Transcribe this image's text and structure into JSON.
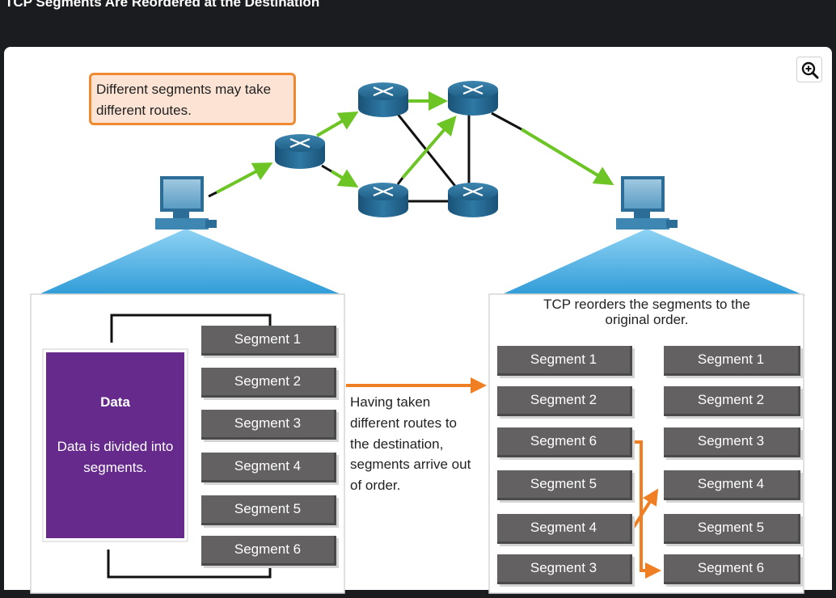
{
  "page": {
    "title": "TCP Segments Are Reordered at the Destination"
  },
  "toolbar": {
    "zoom_icon": "zoom-in-icon"
  },
  "diagram": {
    "callout": "Different segments may take different routes.",
    "data_box": {
      "title": "Data",
      "description": "Data is divided into segments."
    },
    "middle_text": "Having taken different routes to the destination, segments arrive out of order.",
    "right_title": "TCP reorders the segments to the original order.",
    "source_segments": [
      "Segment 1",
      "Segment 2",
      "Segment 3",
      "Segment 4",
      "Segment 5",
      "Segment 6"
    ],
    "arrival_order": [
      "Segment 1",
      "Segment 2",
      "Segment 6",
      "Segment 5",
      "Segment 4",
      "Segment 3"
    ],
    "reordered": [
      "Segment 1",
      "Segment 2",
      "Segment 3",
      "Segment 4",
      "Segment 5",
      "Segment 6"
    ],
    "colors": {
      "segment_fill": "#636161",
      "data_fill": "#652a8c",
      "route_arrow": "#6cc524",
      "flow_arrow": "#f07f24",
      "fan": "#3aa6dd",
      "callout_border": "#f08a30",
      "callout_fill": "#fde3d3"
    },
    "icons": [
      "router-icon",
      "pc-icon"
    ]
  }
}
